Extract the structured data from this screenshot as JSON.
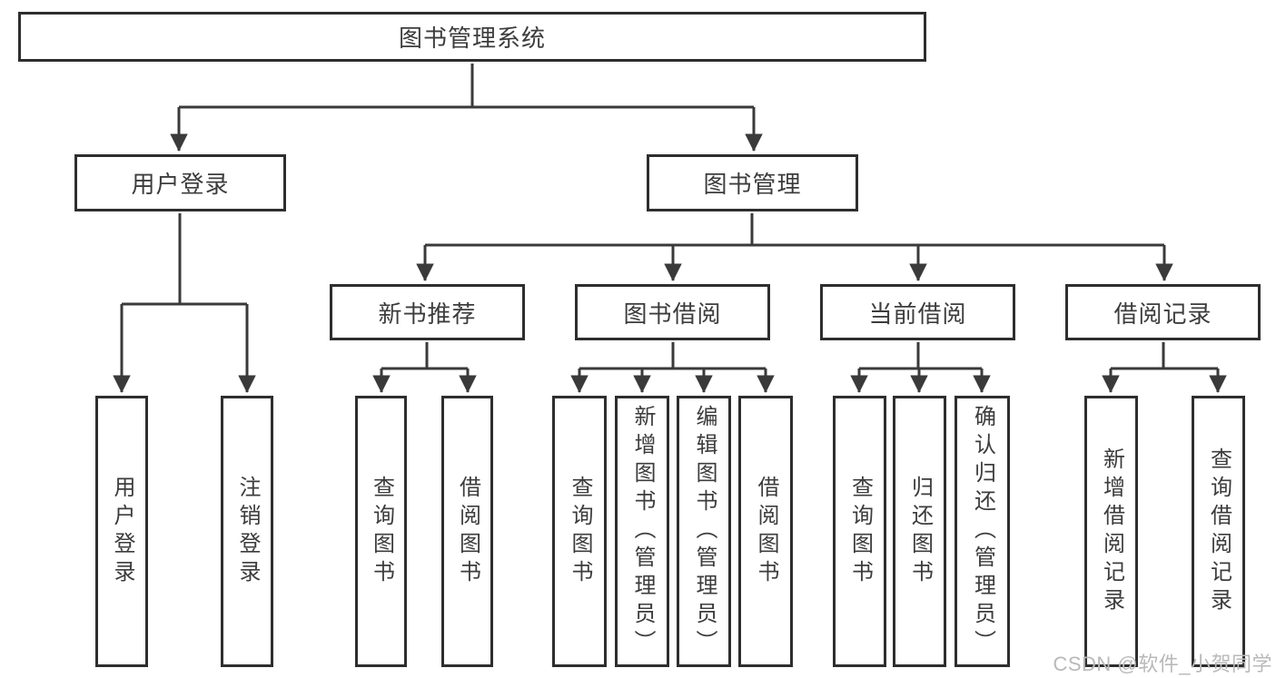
{
  "diagram": {
    "root": {
      "label": "图书管理系统"
    },
    "children": [
      {
        "label": "用户登录",
        "children": [
          {
            "label": "用户登录"
          },
          {
            "label": "注销登录"
          }
        ]
      },
      {
        "label": "图书管理",
        "children": [
          {
            "label": "新书推荐",
            "children": [
              {
                "label": "查询图书"
              },
              {
                "label": "借阅图书"
              }
            ]
          },
          {
            "label": "图书借阅",
            "children": [
              {
                "label": "查询图书"
              },
              {
                "label": "新增图书（管理员）"
              },
              {
                "label": "编辑图书（管理员）"
              },
              {
                "label": "借阅图书"
              }
            ]
          },
          {
            "label": "当前借阅",
            "children": [
              {
                "label": "查询图书"
              },
              {
                "label": "归还图书"
              },
              {
                "label": "确认归还（管理员）"
              }
            ]
          },
          {
            "label": "借阅记录",
            "children": [
              {
                "label": "新增借阅记录"
              },
              {
                "label": "查询借阅记录"
              }
            ]
          }
        ]
      }
    ]
  },
  "watermark": "CSDN @软件_小贺同学",
  "colors": {
    "line": "#3a3a3a",
    "box-border": "#2e2e2e",
    "text": "#3c3c3c",
    "watermark": "#b9b9b9"
  }
}
